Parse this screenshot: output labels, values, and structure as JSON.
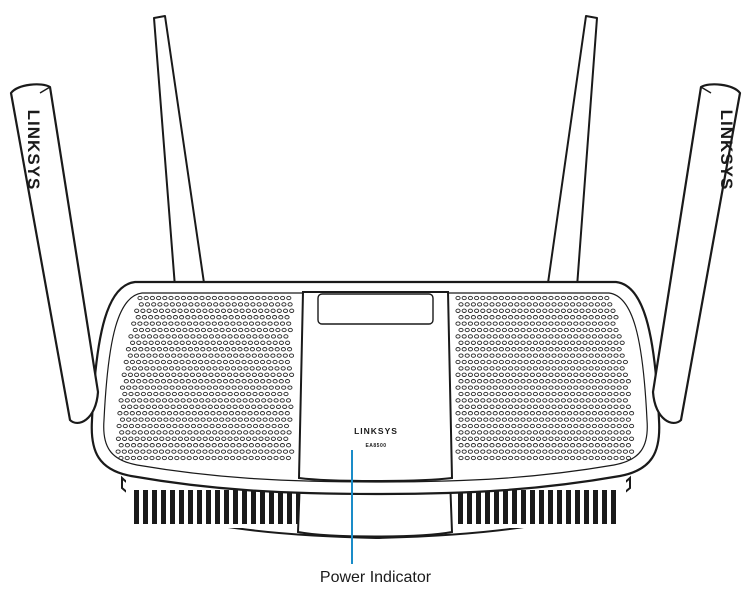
{
  "diagram": {
    "device_brand": "LINKSYS",
    "device_model": "EA8500",
    "callout": {
      "label": "Power Indicator",
      "color": "#1a8cc8"
    },
    "colors": {
      "outline": "#1a1a1a",
      "fill": "#ffffff",
      "vent_hole": "#2a2a2a"
    }
  }
}
